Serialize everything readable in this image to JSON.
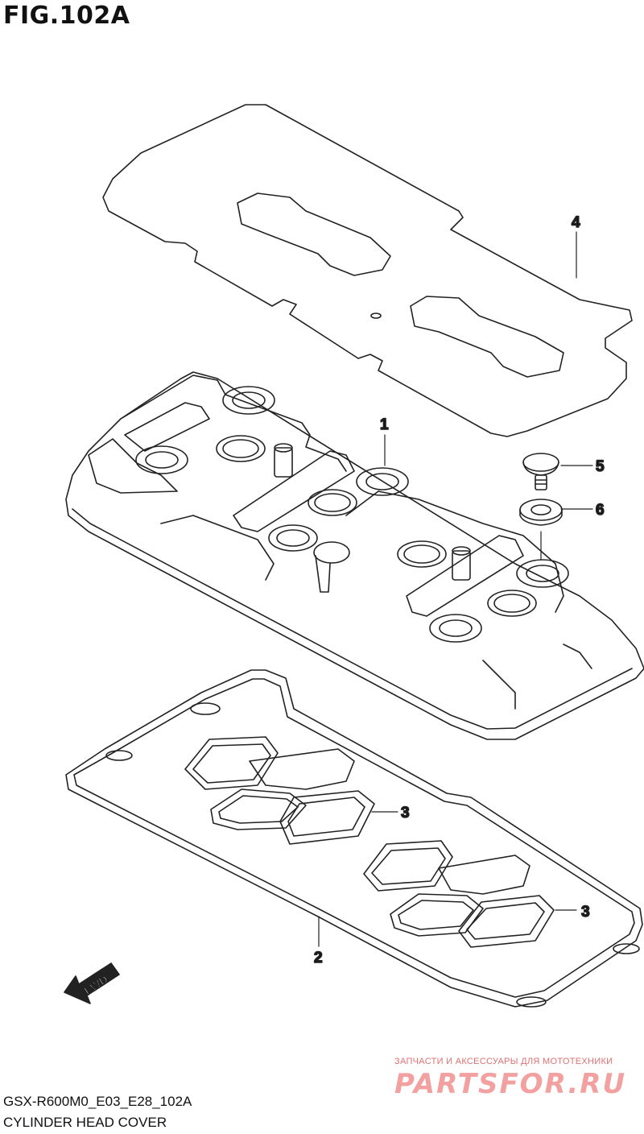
{
  "figure": {
    "title": "FIG.102A"
  },
  "parts": [
    {
      "ref": "1"
    },
    {
      "ref": "2"
    },
    {
      "ref": "3"
    },
    {
      "ref": "3"
    },
    {
      "ref": "4"
    },
    {
      "ref": "5"
    },
    {
      "ref": "6"
    }
  ],
  "direction_marker": "FWD",
  "footer": {
    "code": "GSX-R600M0_E03_E28_102A",
    "caption": "CYLINDER HEAD COVER"
  },
  "watermark": {
    "tagline": "ЗАПЧАСТИ И АКСЕССУАРЫ ДЛЯ МОТОТЕХНИКИ",
    "brand": "PARTSFOR.RU"
  }
}
